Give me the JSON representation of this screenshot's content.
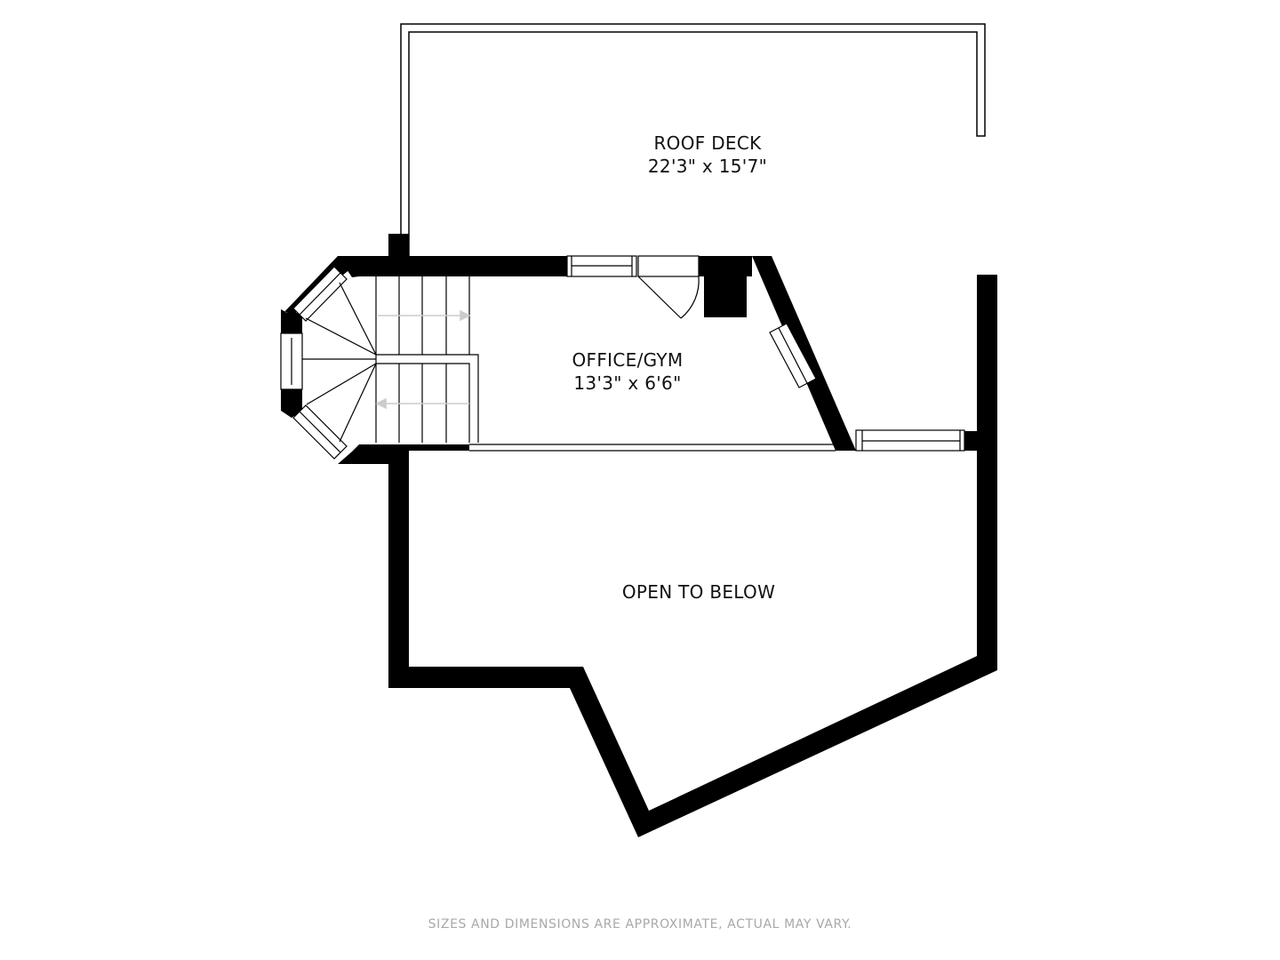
{
  "plan": {
    "rooms": [
      {
        "id": "roof-deck",
        "name": "ROOF DECK",
        "dimensions": "22'3\" x 15'7\""
      },
      {
        "id": "office-gym",
        "name": "OFFICE/GYM",
        "dimensions": "13'3\" x 6'6\""
      },
      {
        "id": "open-to-below",
        "name": "OPEN TO BELOW",
        "dimensions": ""
      }
    ],
    "disclaimer": "SIZES AND DIMENSIONS ARE APPROXIMATE, ACTUAL MAY VARY.",
    "colors": {
      "wall": "#000000",
      "background": "#ffffff",
      "stair_arrow": "#cccccc",
      "disclaimer": "#a8a8a8"
    }
  }
}
